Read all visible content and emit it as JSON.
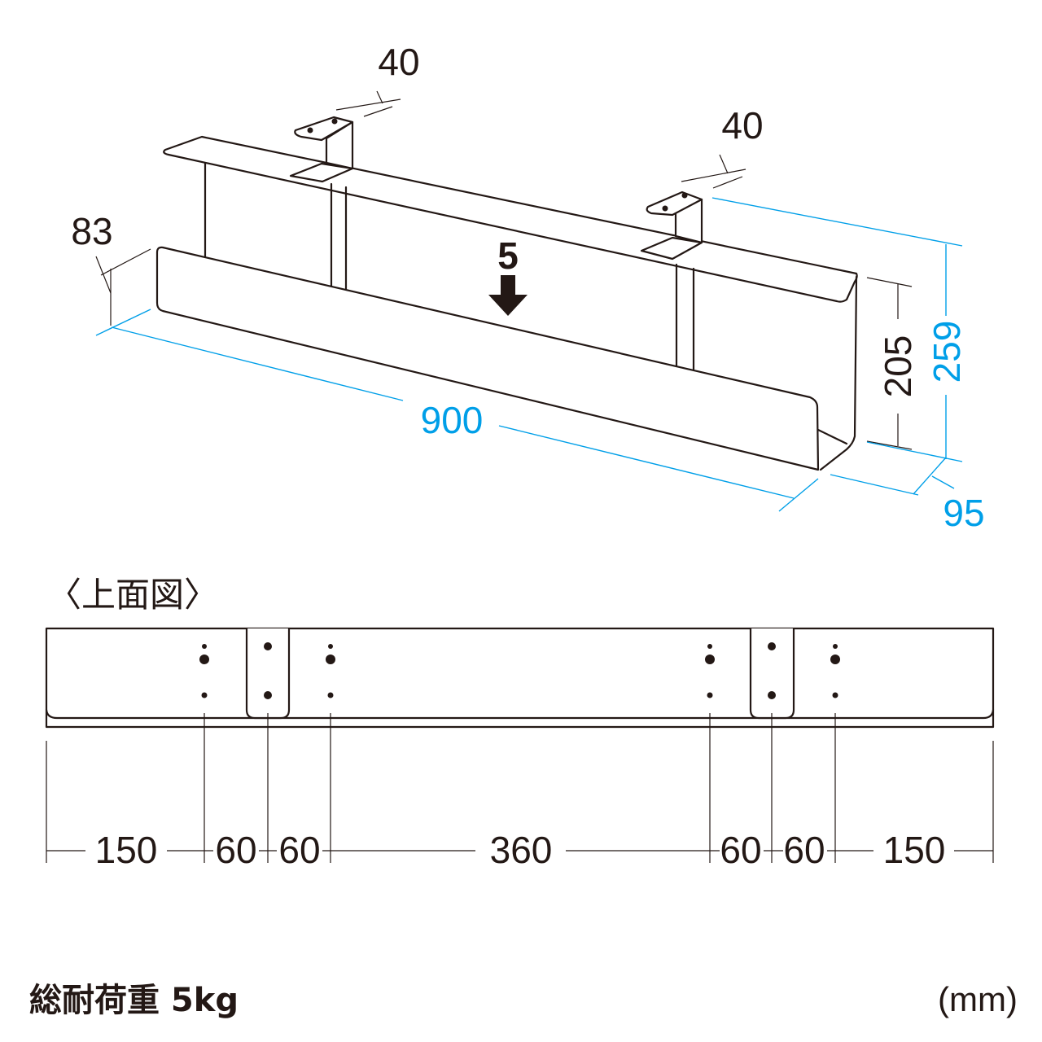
{
  "iso_view": {
    "load_value": "5",
    "dims": {
      "bracket_width_left": "40",
      "bracket_width_right": "40",
      "front_height": "83",
      "length": "900",
      "inner_height": "205",
      "total_height": "259",
      "depth": "95"
    },
    "colors": {
      "line": "#231815",
      "dimension_blue": "#009fe8"
    }
  },
  "top_view": {
    "title": "〈上面図〉",
    "segments": [
      "150",
      "60",
      "60",
      "360",
      "60",
      "60",
      "150"
    ]
  },
  "footer": {
    "load_label": "総耐荷重 5kg",
    "unit": "(mm)"
  }
}
